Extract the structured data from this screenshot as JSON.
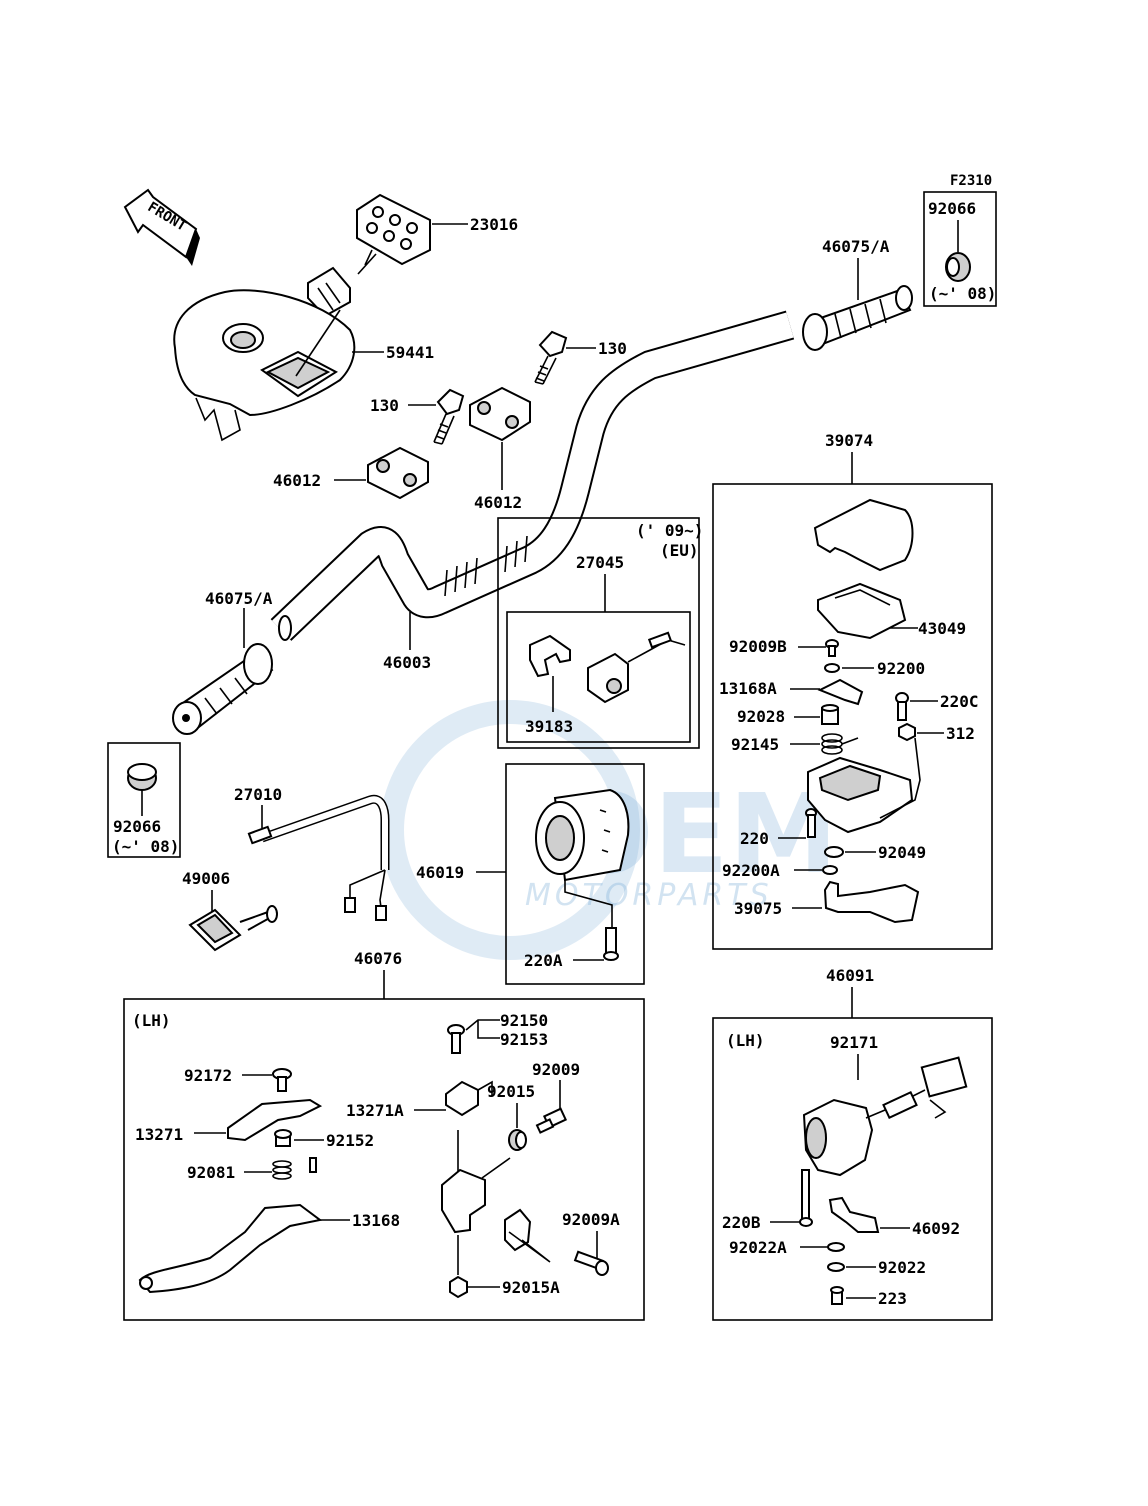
{
  "diagram": {
    "fig_code": "F2310",
    "front_label": "FRONT",
    "watermark": {
      "brand": "OEM",
      "sub": "MOTORPARTS"
    },
    "groups": {
      "eu_09": {
        "note1": "(' 09~)",
        "note2": "(EU)"
      },
      "lh_lever": {
        "note": "(LH)"
      },
      "lh_switch": {
        "note": "(LH)"
      }
    },
    "labels": {
      "p23016": "23016",
      "p59441": "59441",
      "p130a": "130",
      "p130b": "130",
      "p46012a": "46012",
      "p46012b": "46012",
      "p46075r": "46075/A",
      "p92066r": "92066",
      "p92066r_n": "(~' 08)",
      "p39074": "39074",
      "p43049": "43049",
      "p92009B": "92009B",
      "p92200": "92200",
      "p13168A": "13168A",
      "p220C": "220C",
      "p92028": "92028",
      "p312": "312",
      "p92145": "92145",
      "p220": "220",
      "p92049": "92049",
      "p92200A": "92200A",
      "p39075": "39075",
      "p27045": "27045",
      "p39183": "39183",
      "p46075l": "46075/A",
      "p46003": "46003",
      "p92066l": "92066",
      "p92066l_n": "(~' 08)",
      "p27010": "27010",
      "p49006": "49006",
      "p46019": "46019",
      "p220A": "220A",
      "p46076": "46076",
      "p92150": "92150",
      "p92153": "92153",
      "p92172": "92172",
      "p92009": "92009",
      "p92015": "92015",
      "p13271A": "13271A",
      "p13271": "13271",
      "p92152": "92152",
      "p92081": "92081",
      "p13168": "13168",
      "p92009A": "92009A",
      "p92015A": "92015A",
      "p46091": "46091",
      "p92171": "92171",
      "p220B": "220B",
      "p46092": "46092",
      "p92022A": "92022A",
      "p92022": "92022",
      "p223": "223"
    }
  }
}
